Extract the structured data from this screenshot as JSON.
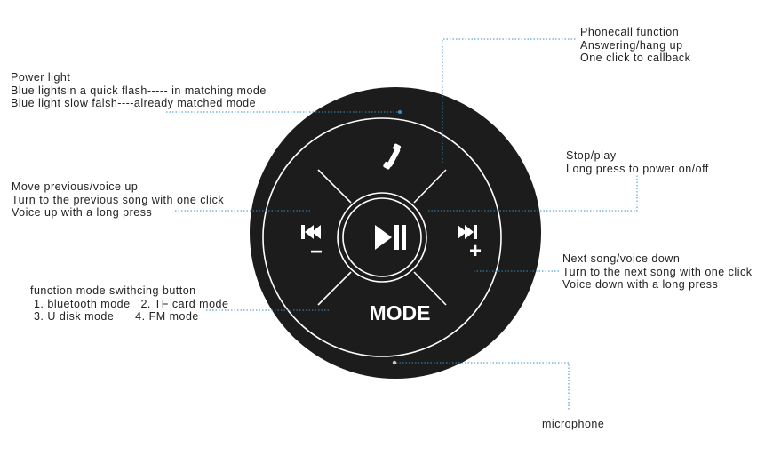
{
  "annotations": {
    "phonecall": {
      "lines": [
        "Phonecall function",
        "Answering/hang up",
        "One click to callback"
      ]
    },
    "power_light": {
      "lines": [
        "Power light",
        "Blue lightsin a quick flash----- in matching mode",
        "Blue light slow falsh----already matched mode"
      ]
    },
    "stop_play": {
      "lines": [
        "Stop/play",
        "Long press to power on/off"
      ]
    },
    "previous": {
      "lines": [
        "Move previous/voice up",
        "Turn to the previous song with one click",
        "Voice up with a long press"
      ]
    },
    "next": {
      "lines": [
        "Next song/voice down",
        "Turn to the next song with one click",
        "Voice down with a long press"
      ]
    },
    "mode": {
      "lines": [
        "function mode swithcing button",
        " 1. bluetooth mode   2. TF card mode",
        " 3. U disk mode      4. FM mode"
      ]
    },
    "microphone": {
      "lines": [
        "microphone"
      ]
    }
  },
  "device": {
    "mode_label": "MODE",
    "minus_label": "−",
    "plus_label": "+",
    "body_color": "#1c1c1c",
    "ring_color": "#ffffff",
    "leader_color": "#3a8fc4",
    "icons": {
      "call": "phone-handset-icon",
      "play_pause": "play-pause-icon",
      "previous": "previous-track-icon",
      "next": "next-track-icon"
    }
  }
}
